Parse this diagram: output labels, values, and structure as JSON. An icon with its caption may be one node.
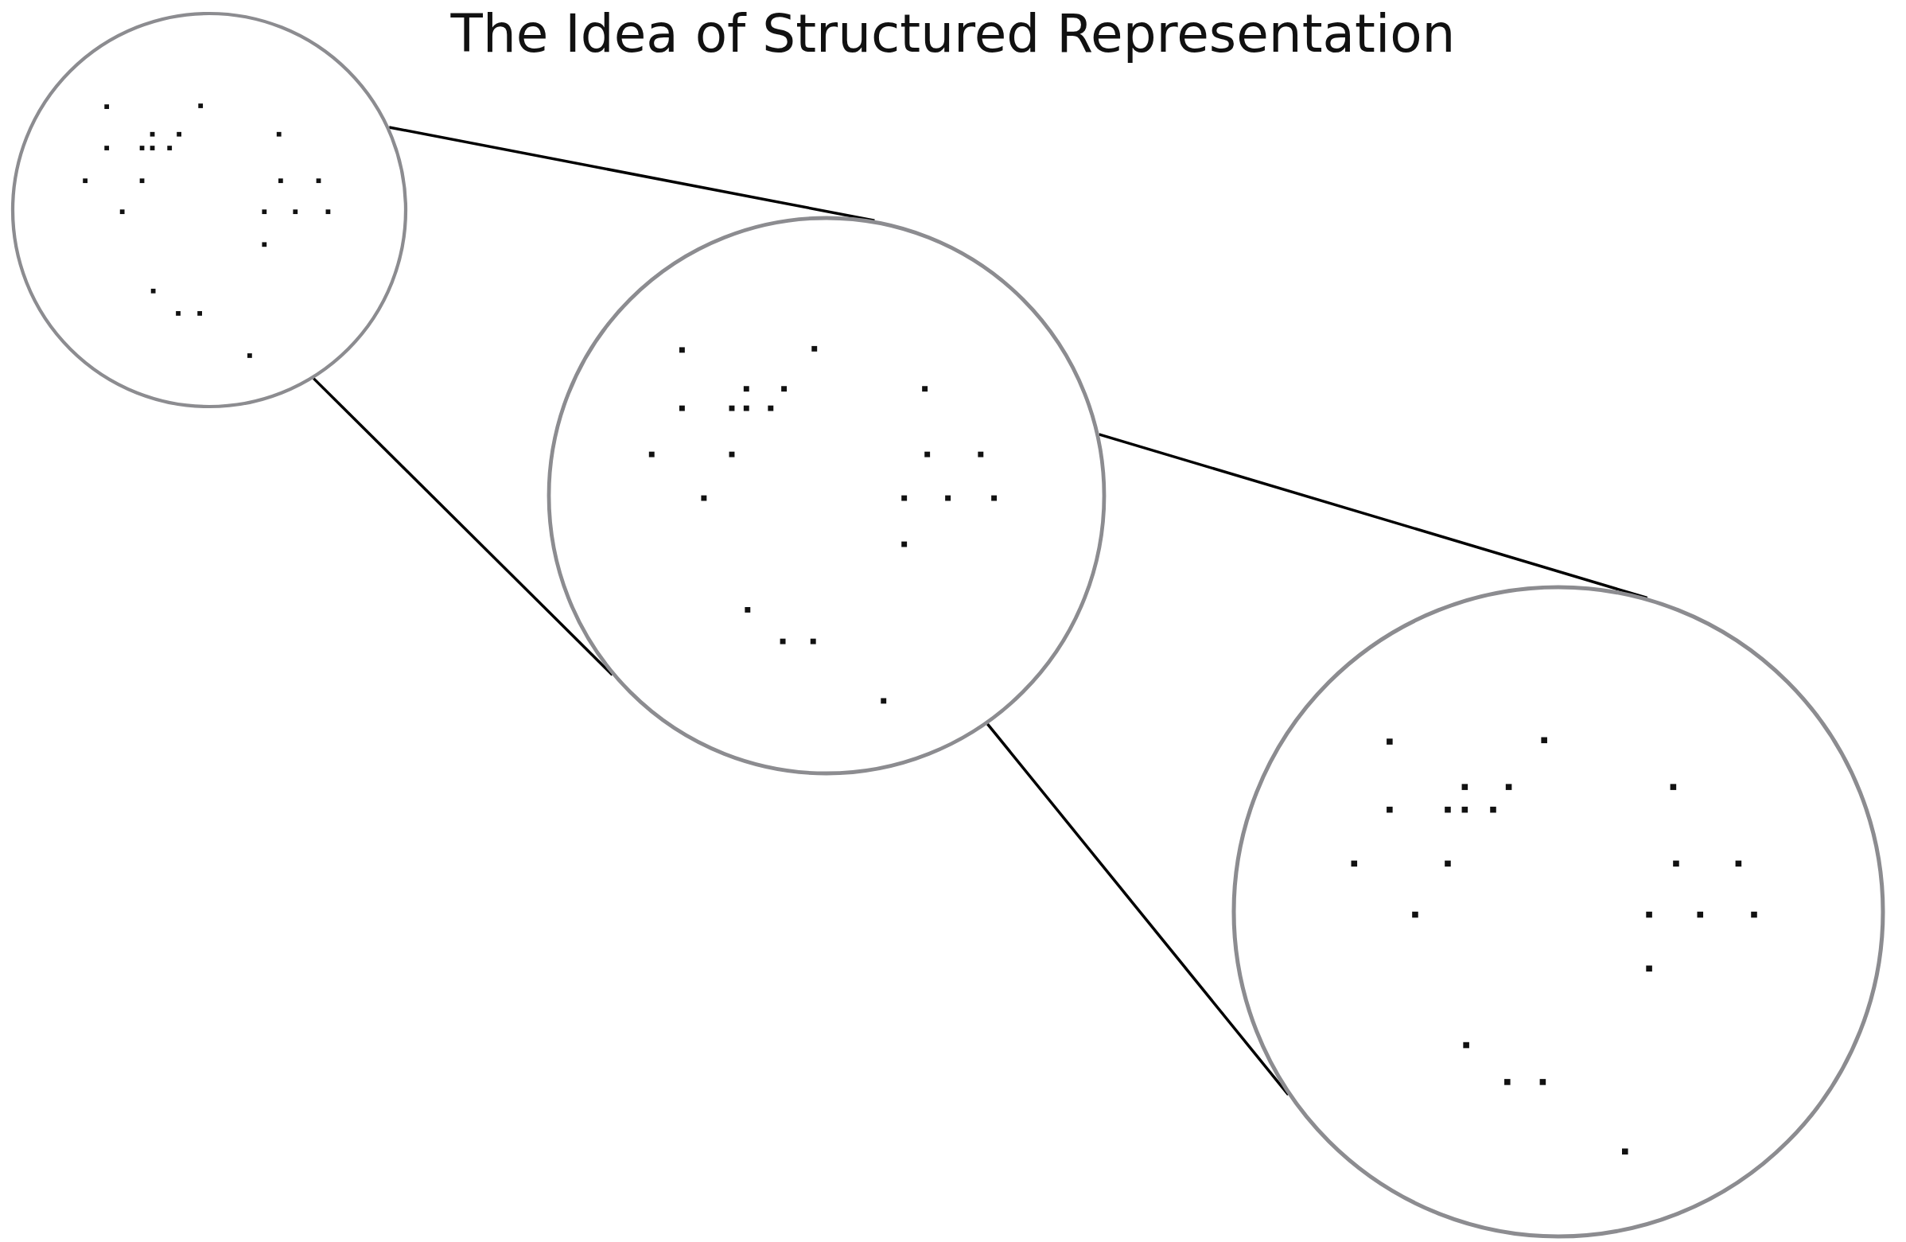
{
  "diagram": {
    "title": "The Idea of Structured Representation",
    "nodes": [
      {
        "text": [],
        "shape": "circle"
      },
      {
        "text": [],
        "shape": "circle"
      },
      {
        "text": [],
        "shape": "circle"
      }
    ],
    "edges": [
      {
        "from": 0,
        "to": 1,
        "arrow": "none"
      },
      {
        "from": 0,
        "to": 1,
        "arrow": "none"
      },
      {
        "from": 1,
        "to": 2,
        "arrow": "none"
      },
      {
        "from": 1,
        "to": 2,
        "arrow": "none"
      }
    ]
  }
}
